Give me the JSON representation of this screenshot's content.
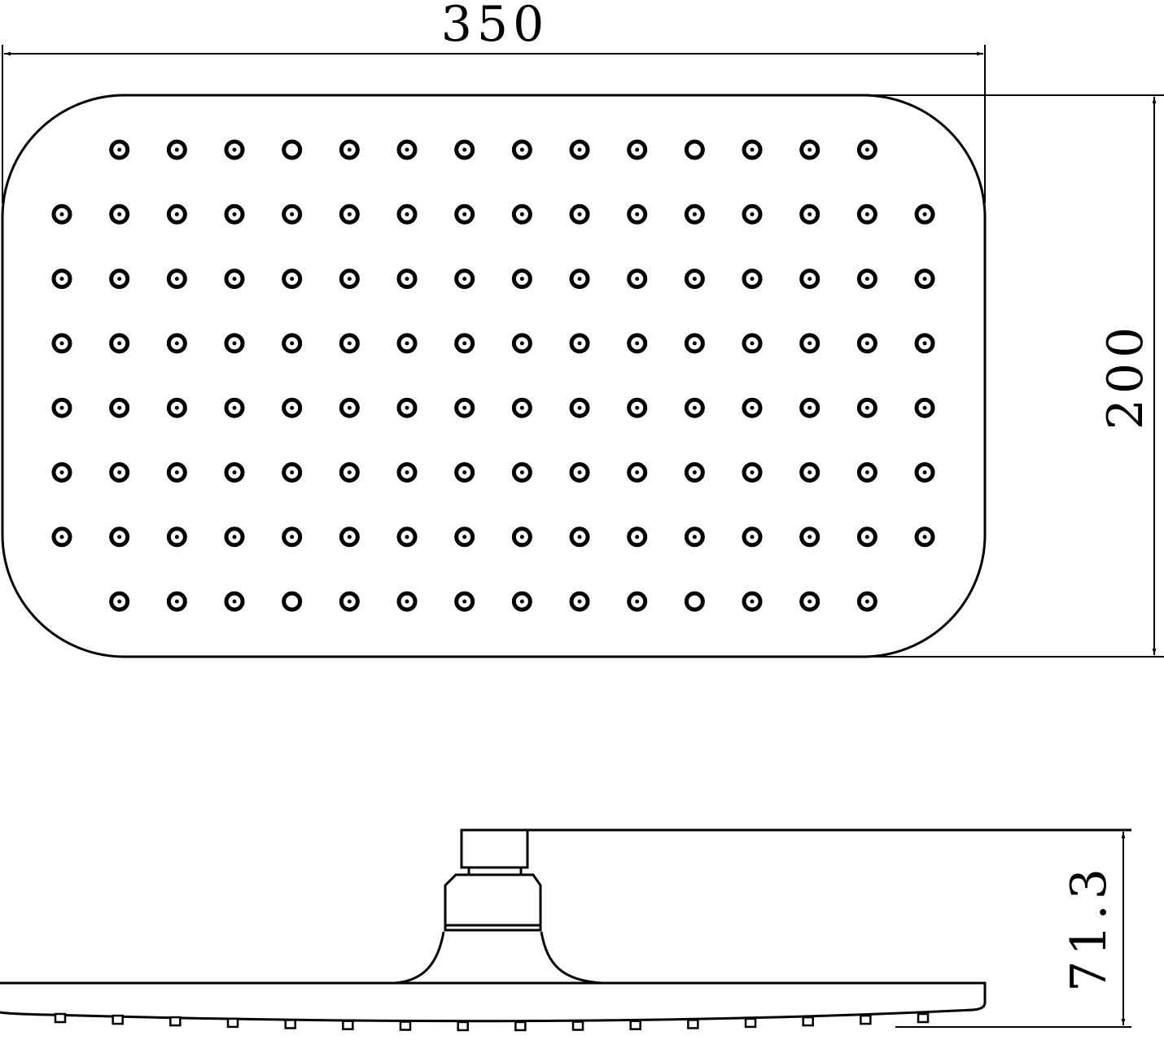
{
  "drawing": {
    "top_view": {
      "width_label": "350",
      "height_label": "200",
      "nozzle_rows": [
        {
          "count": 14,
          "plain": [
            3,
            10
          ]
        },
        {
          "count": 16,
          "plain": []
        },
        {
          "count": 16,
          "plain": []
        },
        {
          "count": 16,
          "plain": []
        },
        {
          "count": 16,
          "plain": []
        },
        {
          "count": 16,
          "plain": []
        },
        {
          "count": 16,
          "plain": []
        },
        {
          "count": 14,
          "plain": [
            3,
            10
          ]
        }
      ]
    },
    "side_view": {
      "height_label": "71.3",
      "nozzle_count": 16
    },
    "colors": {
      "line": "#000000",
      "background": "#ffffff"
    }
  }
}
